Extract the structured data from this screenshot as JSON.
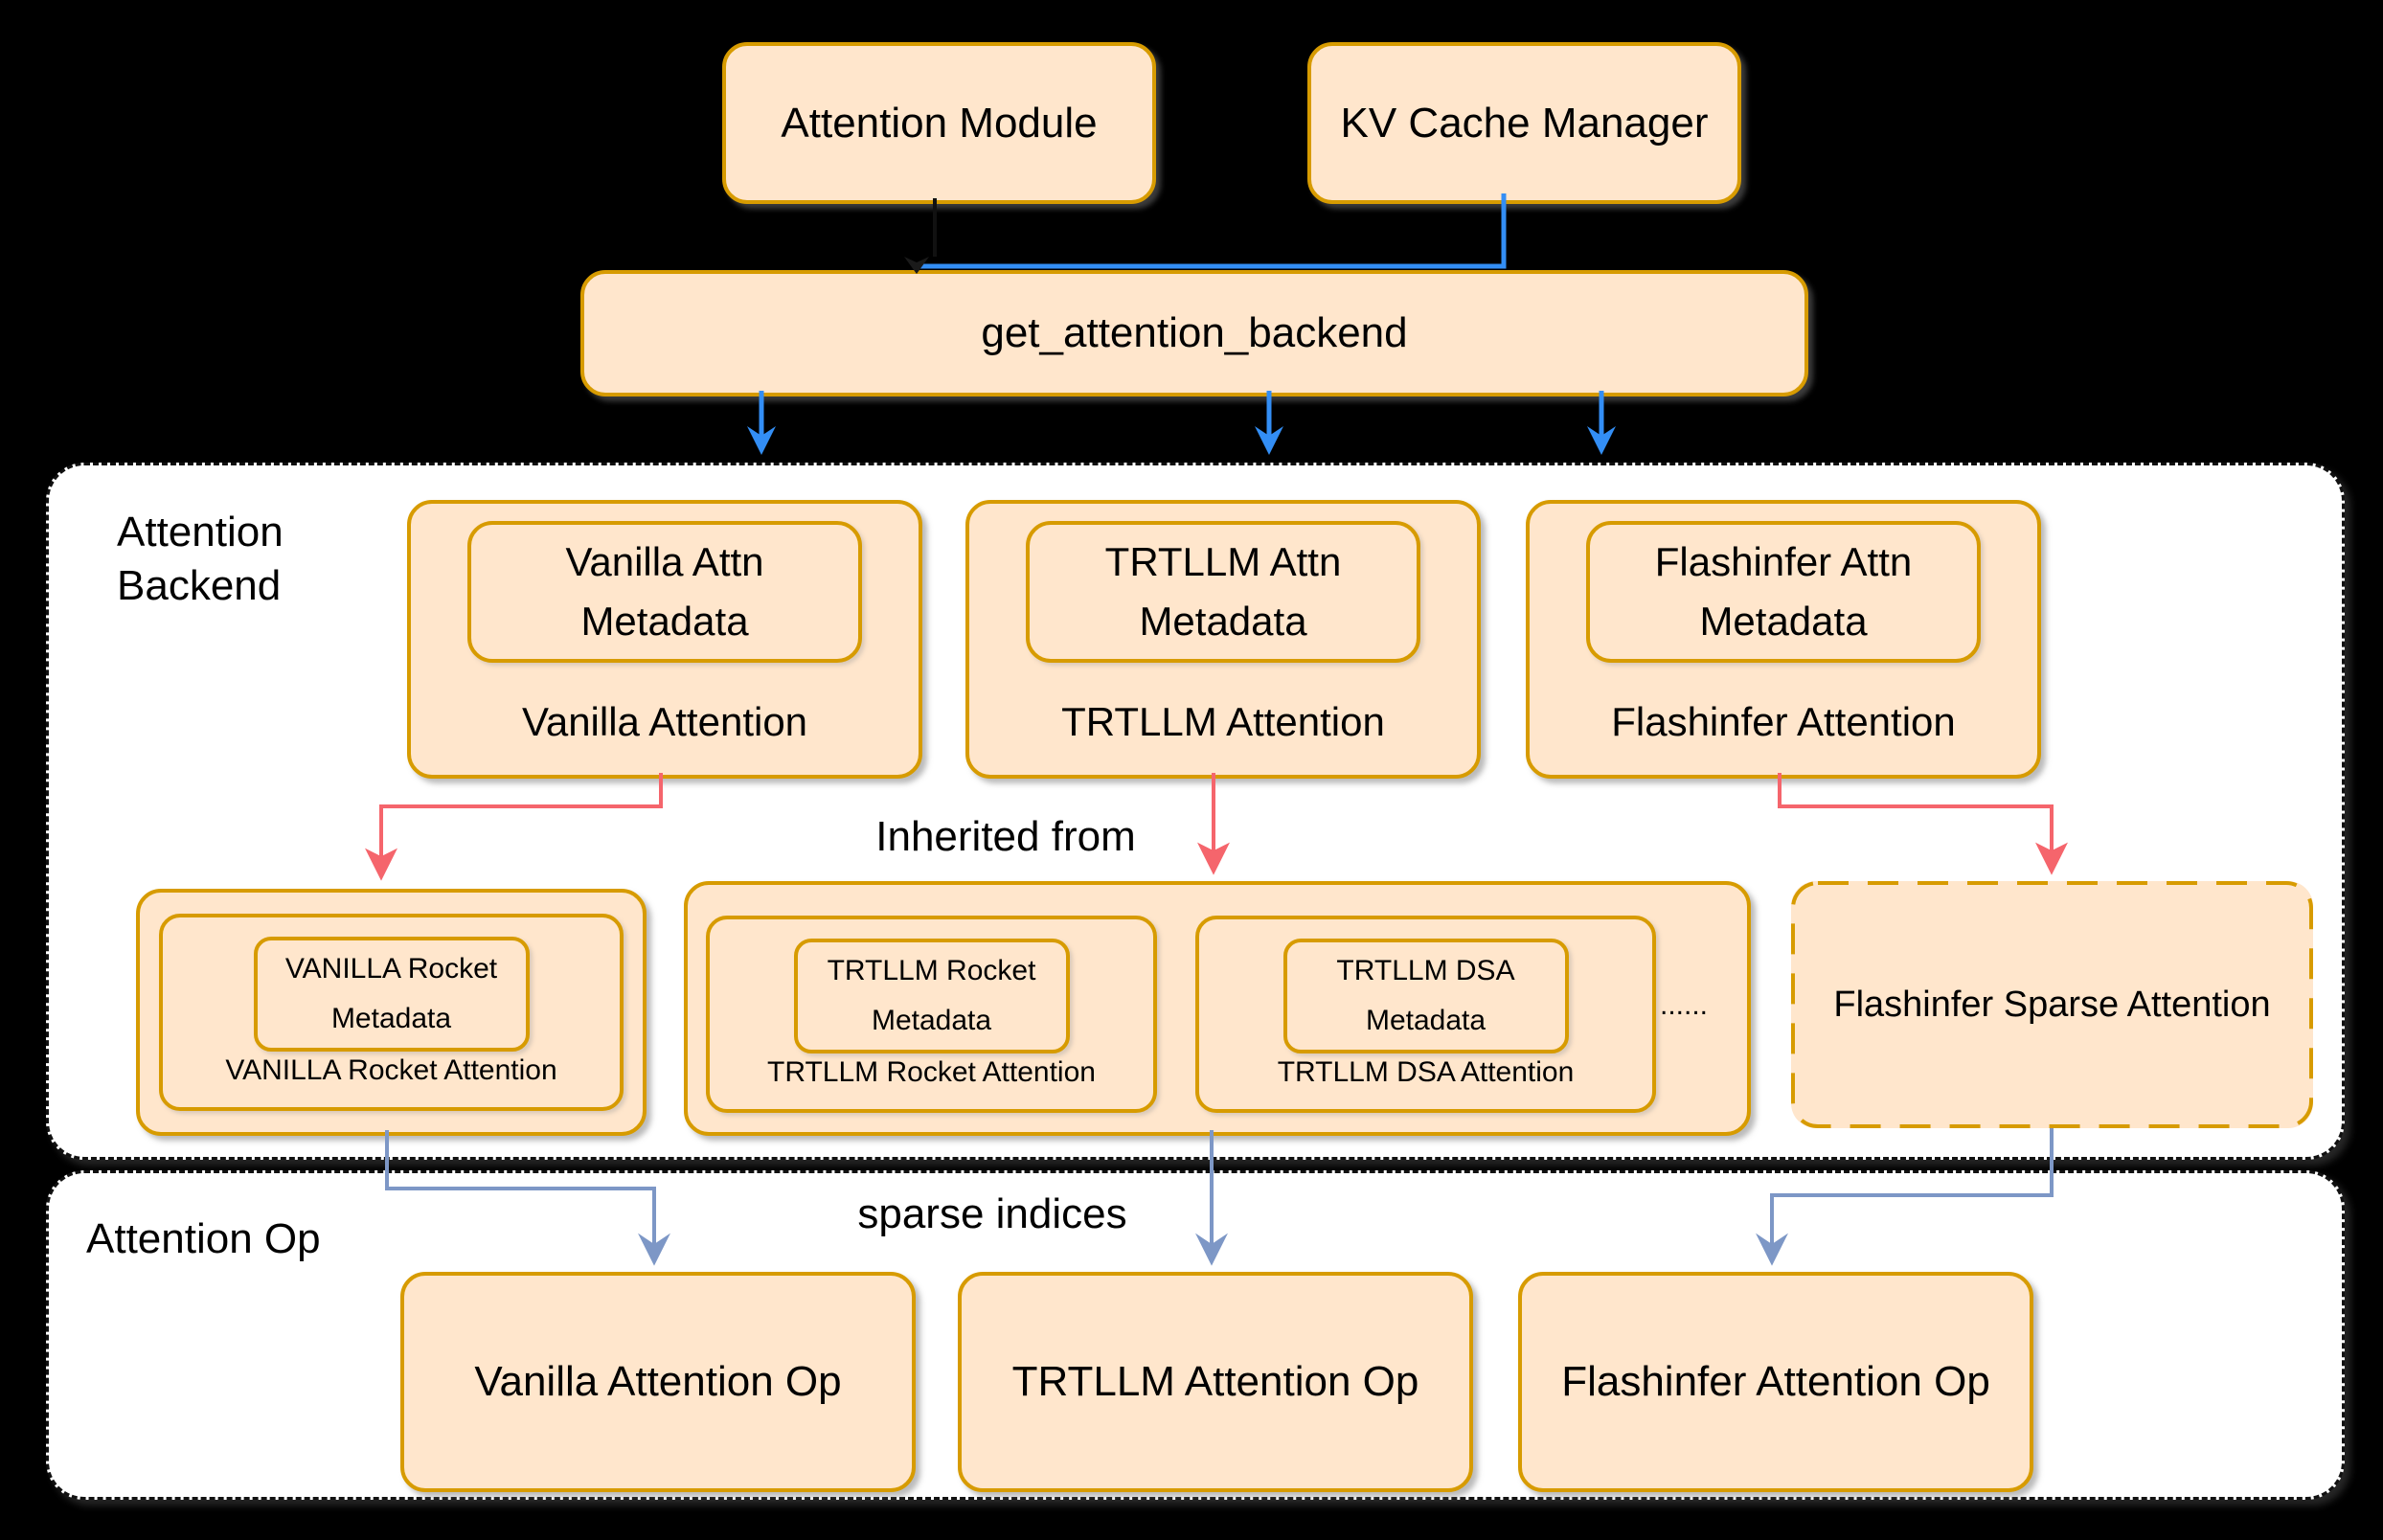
{
  "colors": {
    "background": "#000000",
    "box_fill": "#ffe6cc",
    "box_border": "#d79b00",
    "container_fill": "#ffffff",
    "arrow_blue": "#338ef5",
    "arrow_red": "#f5656c",
    "arrow_slate": "#7d97c6",
    "text": "#000000"
  },
  "top": {
    "attention_module": "Attention Module",
    "kv_cache_manager": "KV Cache Manager",
    "get_attention_backend": "get_attention_backend"
  },
  "backend_section": {
    "label": "Attention\nBackend",
    "inherited_from": "Inherited from",
    "backends": [
      {
        "metadata": "Vanilla Attn\nMetadata",
        "name": "Vanilla Attention"
      },
      {
        "metadata": "TRTLLM Attn\nMetadata",
        "name": "TRTLLM Attention"
      },
      {
        "metadata": "Flashinfer Attn\nMetadata",
        "name": "Flashinfer Attention"
      }
    ],
    "derived": [
      {
        "metadata": "VANILLA Rocket\nMetadata",
        "name": "VANILLA Rocket Attention"
      },
      {
        "metadata": "TRTLLM Rocket\nMetadata",
        "name": "TRTLLM Rocket Attention"
      },
      {
        "metadata": "TRTLLM DSA\nMetadata",
        "name": "TRTLLM DSA Attention"
      }
    ],
    "ellipsis": "......",
    "flashinfer_sparse": "Flashinfer Sparse Attention"
  },
  "op_section": {
    "label": "Attention Op",
    "sparse_indices": "sparse indices",
    "ops": [
      "Vanilla Attention Op",
      "TRTLLM Attention Op",
      "Flashinfer Attention Op"
    ]
  }
}
